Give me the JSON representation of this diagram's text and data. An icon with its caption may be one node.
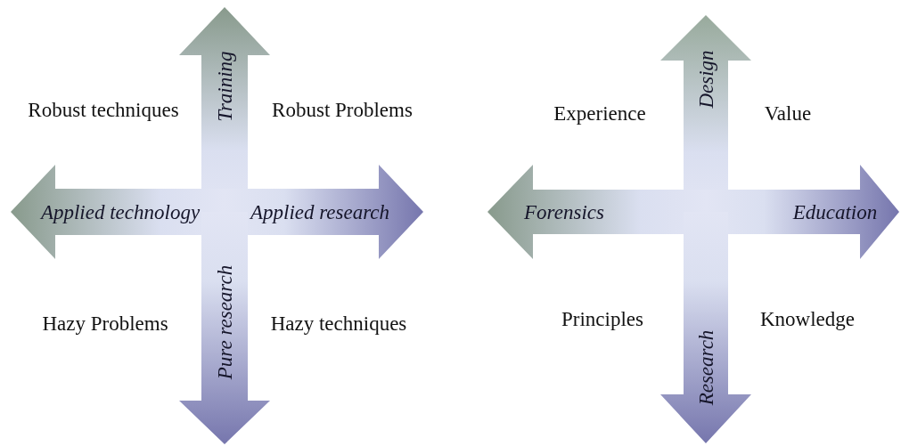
{
  "diagram": {
    "nodes": [
      {
        "text": [
          "Training"
        ]
      },
      {
        "text": [
          "Applied technology"
        ]
      },
      {
        "text": [
          "Applied research"
        ]
      },
      {
        "text": [
          "Pure research"
        ]
      },
      {
        "text": [
          "Design"
        ]
      },
      {
        "text": [
          "Forensics"
        ]
      },
      {
        "text": [
          "Education"
        ]
      },
      {
        "text": [
          "Research"
        ]
      }
    ],
    "labels": [
      "Robust techniques",
      "Robust Problems",
      "Hazy Problems",
      "Hazy techniques",
      "Experience",
      "Value",
      "Principles",
      "Knowledge"
    ]
  }
}
